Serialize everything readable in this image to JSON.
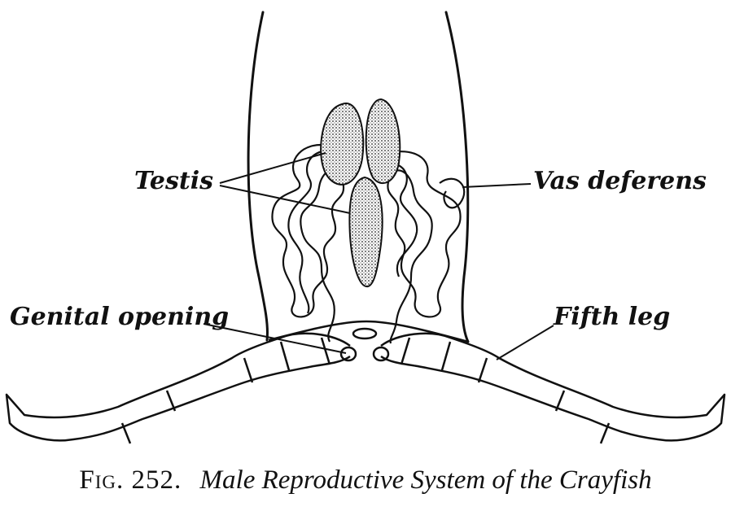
{
  "figure": {
    "labels": {
      "testis": "Testis",
      "vas_deferens": "Vas deferens",
      "genital_opening": "Genital opening",
      "fifth_leg": "Fifth leg"
    },
    "caption": {
      "number": "Fig. 252.",
      "title": "Male Reproductive System of the Crayfish"
    }
  }
}
